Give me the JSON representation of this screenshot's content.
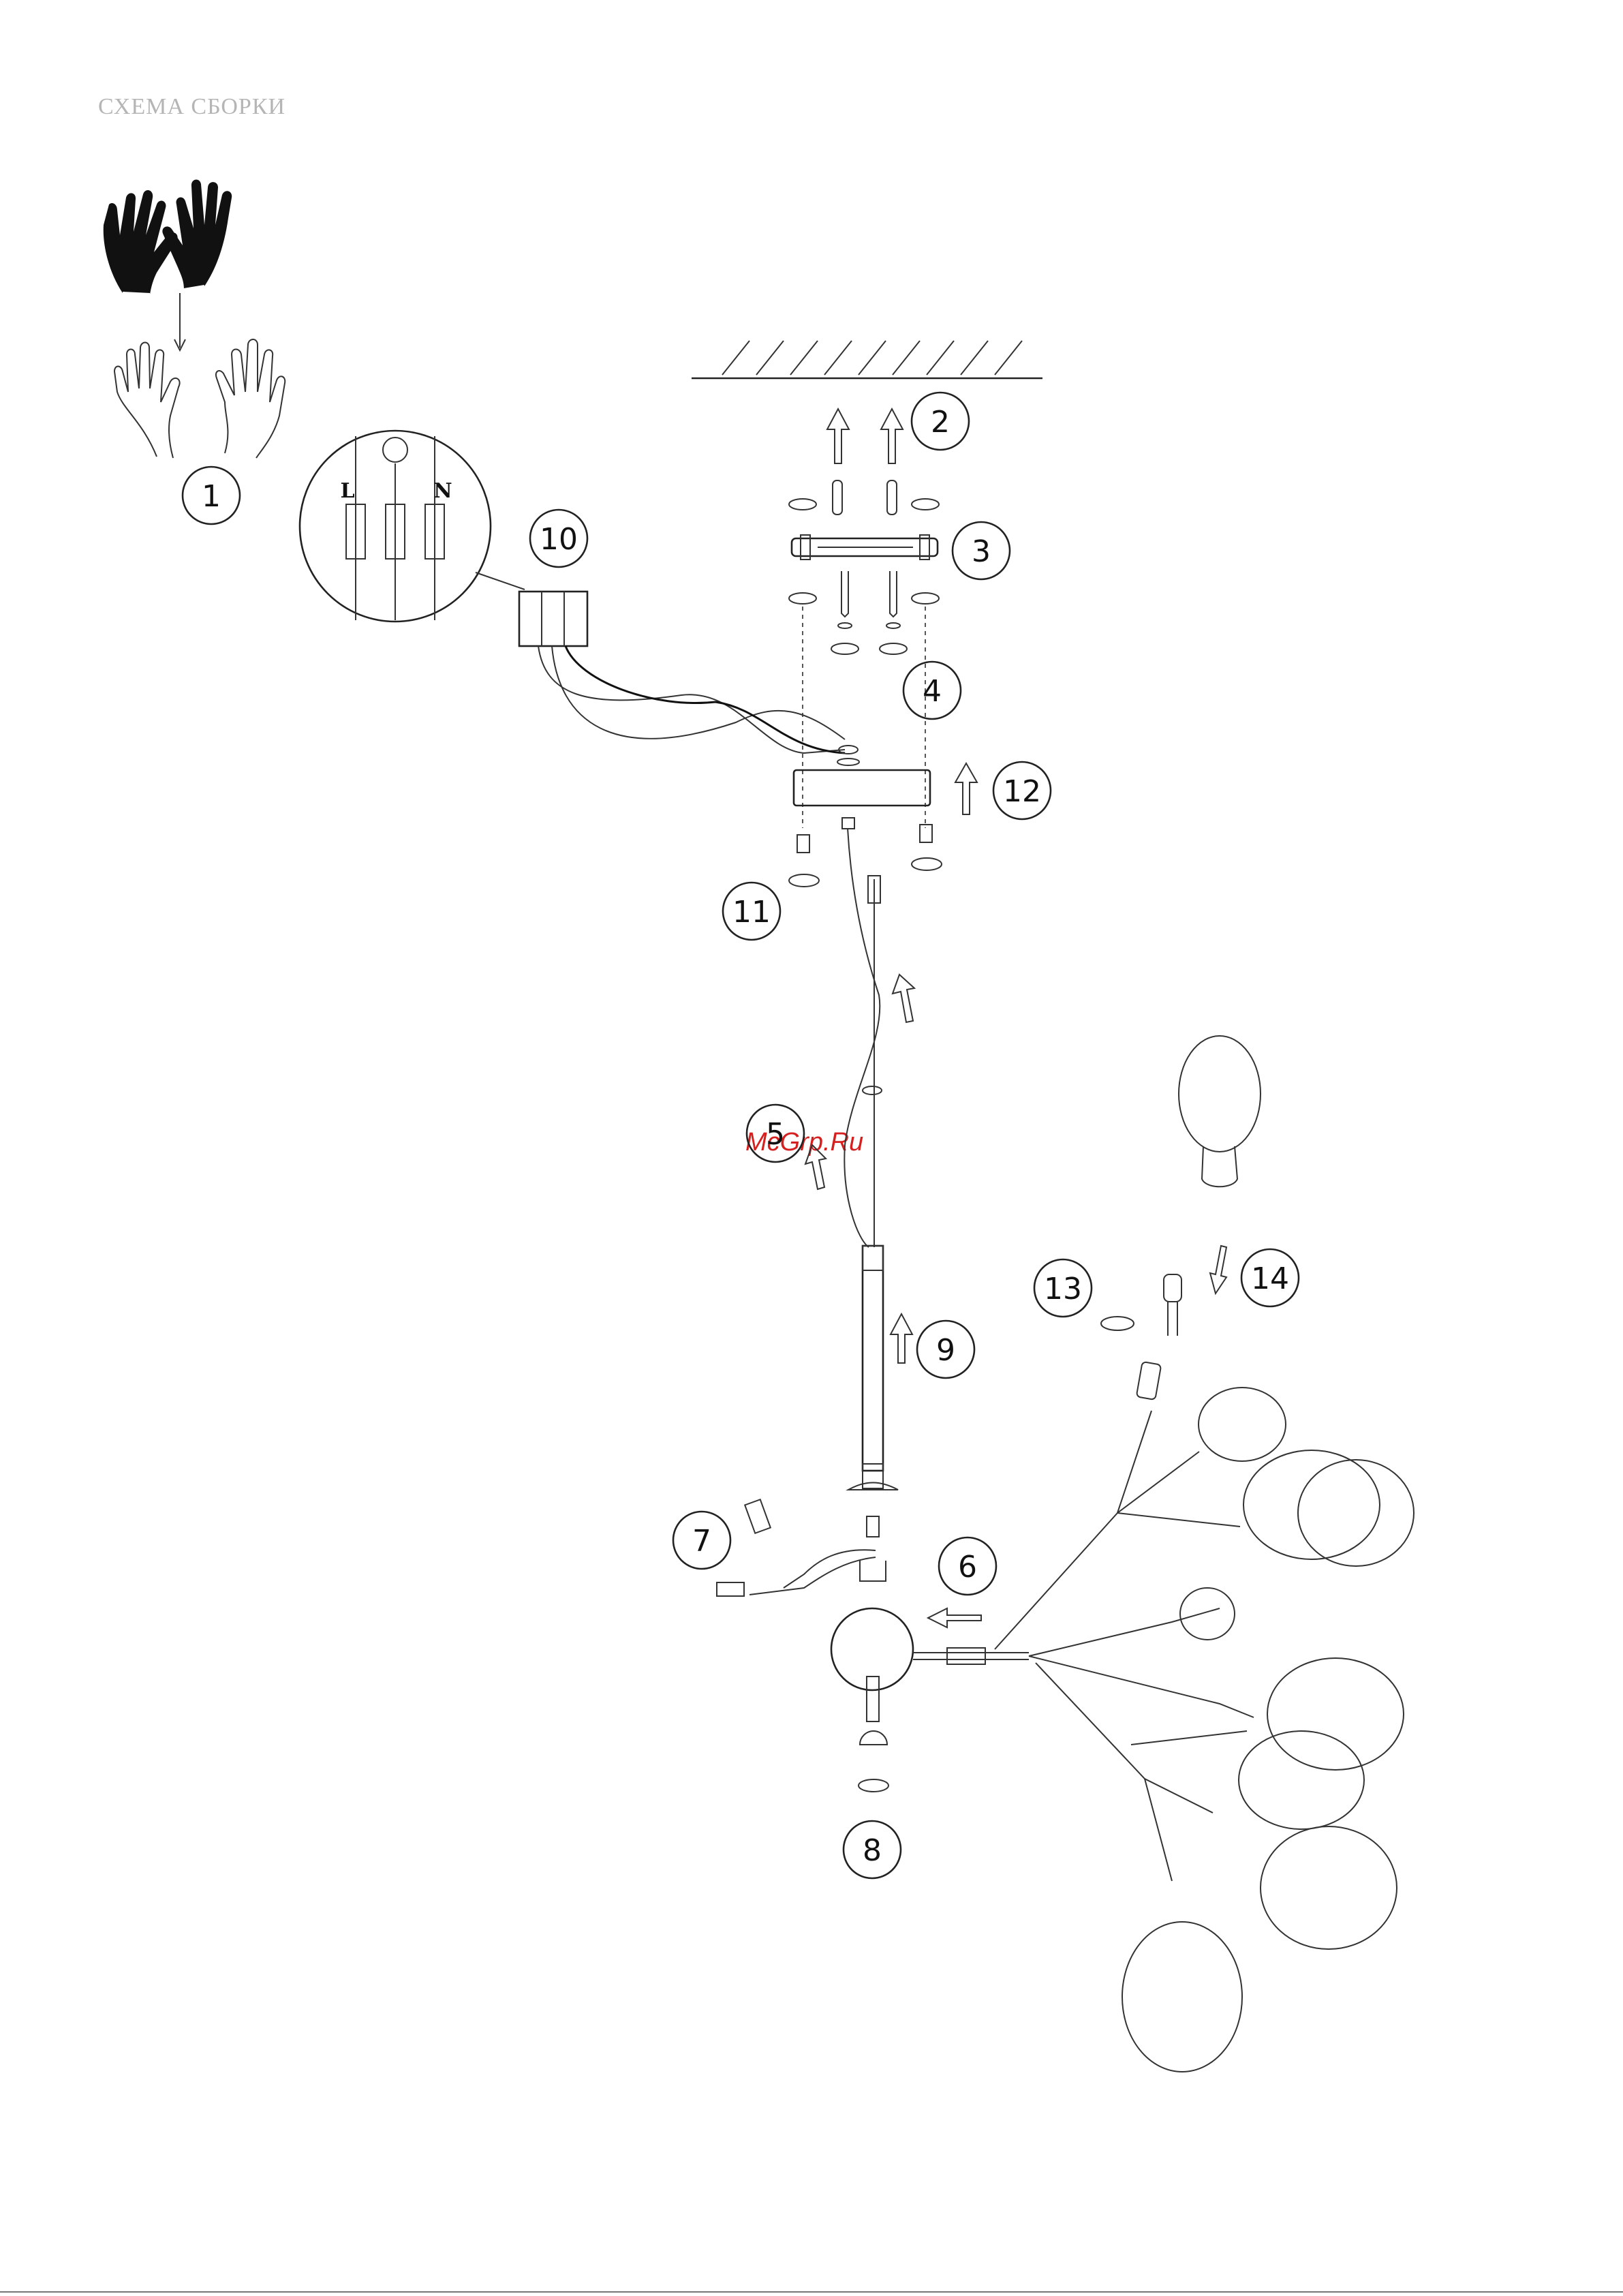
{
  "page": {
    "heading": "СХЕМА СБОРКИ",
    "watermark": "McGrp.Ru"
  },
  "terminal": {
    "live_label": "L",
    "neutral_label": "N"
  },
  "steps": [
    {
      "number": "1"
    },
    {
      "number": "2"
    },
    {
      "number": "3"
    },
    {
      "number": "4"
    },
    {
      "number": "5"
    },
    {
      "number": "6"
    },
    {
      "number": "7"
    },
    {
      "number": "8"
    },
    {
      "number": "9"
    },
    {
      "number": "10"
    },
    {
      "number": "11"
    },
    {
      "number": "12"
    },
    {
      "number": "13"
    },
    {
      "number": "14"
    }
  ]
}
